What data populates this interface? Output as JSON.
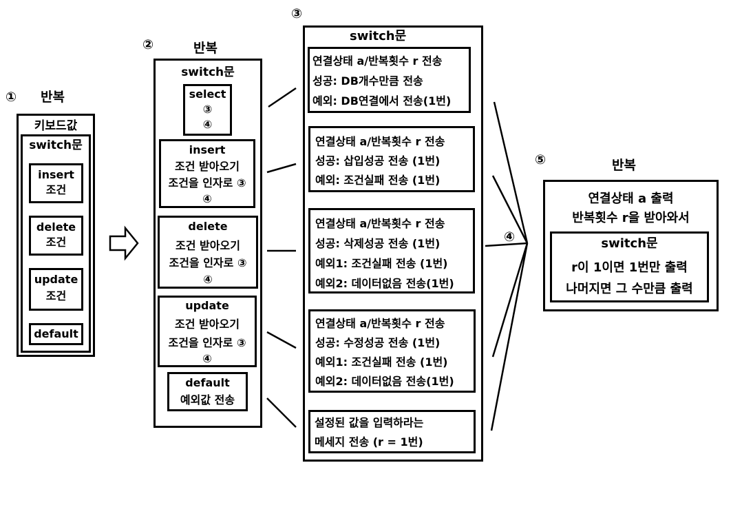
{
  "markers": {
    "m1": "①",
    "m2": "②",
    "m3": "③",
    "m4": "④",
    "m5": "⑤"
  },
  "panel1": {
    "title": "반복",
    "outer_label": "키보드값",
    "switch_label": "switch문",
    "cases": [
      {
        "name": "insert",
        "sub": "조건"
      },
      {
        "name": "delete",
        "sub": "조건"
      },
      {
        "name": "update",
        "sub": "조건"
      },
      {
        "name": "default"
      }
    ]
  },
  "panel2": {
    "title": "반복",
    "switch_label": "switch문",
    "select": {
      "name": "select",
      "ref1": "③",
      "ref2": "④"
    },
    "cases": [
      {
        "name": "insert",
        "line1": "조건 받아오기",
        "line2": "조건을 인자로 ③",
        "ref": "④"
      },
      {
        "name": "delete",
        "line1": "조건 받아오기",
        "line2": "조건을 인자로 ③",
        "ref": "④"
      },
      {
        "name": "update",
        "line1": "조건 받아오기",
        "line2": "조건을 인자로 ③",
        "ref": "④"
      }
    ],
    "default": {
      "name": "default",
      "line1": "예외값 전송"
    }
  },
  "panel3": {
    "title": "switch문",
    "boxes": [
      {
        "lines": [
          "연결상태 a/반복횟수 r 전송",
          "성공: DB개수만큼 전송",
          "예외: DB연결에서 전송(1번)"
        ]
      },
      {
        "lines": [
          "연결상태 a/반복횟수 r 전송",
          "성공: 삽입성공 전송 (1번)",
          "예외: 조건실패 전송 (1번)"
        ]
      },
      {
        "lines": [
          "연결상태 a/반복횟수 r 전송",
          "성공: 삭제성공 전송 (1번)",
          "예외1: 조건실패 전송 (1번)",
          "예외2: 데이터없음 전송(1번)"
        ]
      },
      {
        "lines": [
          "연결상태 a/반복횟수 r 전송",
          "성공: 수정성공 전송 (1번)",
          "예외1: 조건실패 전송 (1번)",
          "예외2: 데이터없음 전송(1번)"
        ]
      },
      {
        "lines": [
          "설정된 값을 입력하라는",
          "메세지 전송 (r = 1번)"
        ]
      }
    ]
  },
  "panel5": {
    "title": "반복",
    "line1": "연결상태 a 출력",
    "line2": "반복횟수 r을 받아와서",
    "switch_label": "switch문",
    "line3": "r이 1이면 1번만 출력",
    "line4": "나머지면 그 수만큼 출력"
  }
}
